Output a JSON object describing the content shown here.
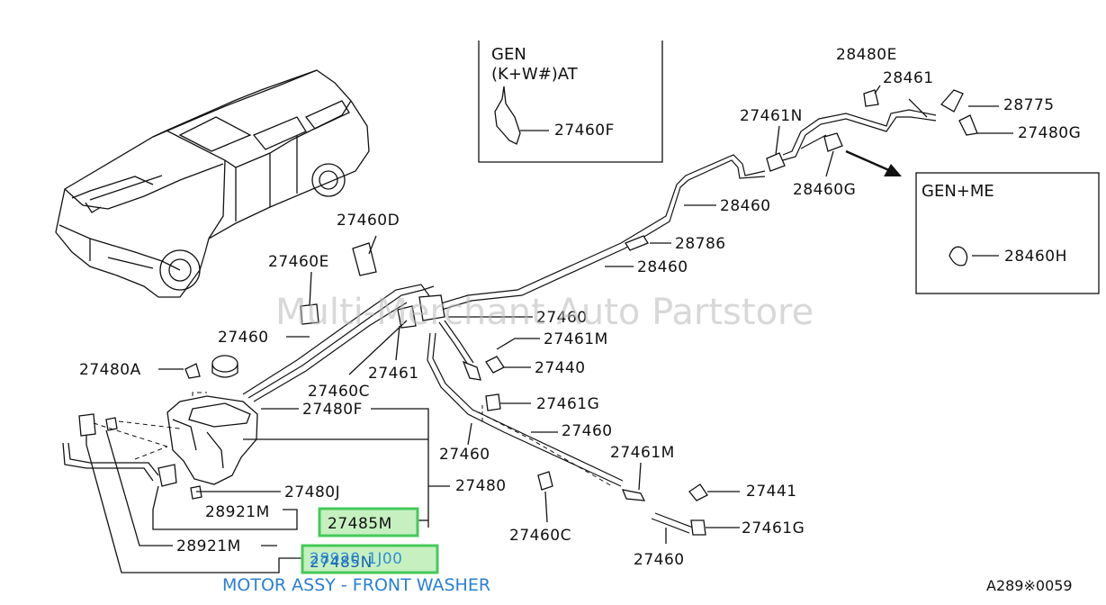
{
  "watermark": "Multi-Merchant Auto Partstore",
  "caption": "MOTOR ASSY - FRONT WASHER",
  "reference": "A289※0059",
  "inset_gen_at": {
    "line1": "GEN",
    "line2": "(K+W#)AT",
    "part": "27460F"
  },
  "inset_gen_me": {
    "title": "GEN+ME",
    "part": "28460H"
  },
  "highlighted": {
    "upper": "27485M",
    "lower_a": "28920",
    "lower_b": "1J00",
    "lower_overlap": "27485N"
  },
  "parts": {
    "p28480E": "28480E",
    "p28461": "28461",
    "p28775": "28775",
    "p27480G": "27480G",
    "p27461N": "27461N",
    "p28460G": "28460G",
    "p28460a": "28460",
    "p28786": "28786",
    "p28460b": "28460",
    "p27460D": "27460D",
    "p27460E": "27460E",
    "p27460a": "27460",
    "p27460b": "27460",
    "p27461M_a": "27461M",
    "p27440": "27440",
    "p27480A": "27480A",
    "p27461": "27461",
    "p27460C_a": "27460C",
    "p27461G_a": "27461G",
    "p27480F": "27480F",
    "p27460c": "27460",
    "p27460d": "27460",
    "p27461M_b": "27461M",
    "p27480": "27480",
    "p27480J": "27480J",
    "p27441": "27441",
    "p28921M_a": "28921M",
    "p27460C_b": "27460C",
    "p27461G_b": "27461G",
    "p28921M_b": "28921M",
    "p27460e": "27460"
  }
}
